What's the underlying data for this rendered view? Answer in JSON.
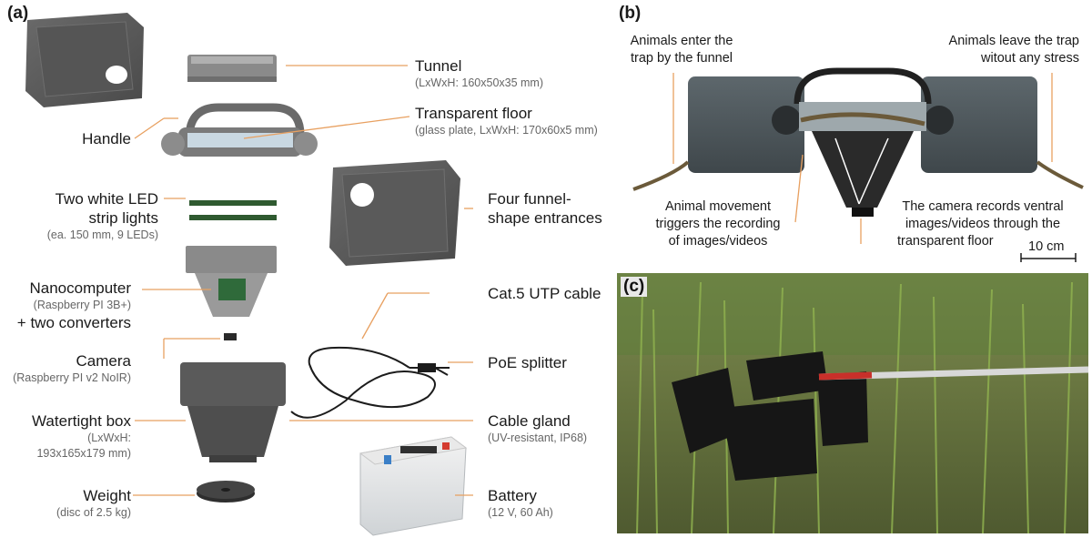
{
  "panel_a": {
    "letter": "(a)",
    "labels": {
      "tunnel": {
        "main": "Tunnel",
        "sub": "(LxWxH: 160x50x35 mm)"
      },
      "transparent_floor": {
        "main": "Transparent floor",
        "sub": "(glass plate, LxWxH: 170x60x5 mm)"
      },
      "handle": {
        "main": "Handle"
      },
      "led_strip": {
        "main1": "Two white LED",
        "main2": "strip lights",
        "sub": "(ea. 150 mm, 9 LEDs)"
      },
      "funnel_entrances": {
        "main1": "Four funnel-",
        "main2": "shape entrances"
      },
      "nanocomputer": {
        "main1": "Nanocomputer",
        "sub": "(Raspberry PI 3B+)",
        "main2": "+ two converters"
      },
      "cat5": {
        "main": "Cat.5 UTP cable"
      },
      "camera": {
        "main": "Camera",
        "sub": "(Raspberry PI v2 NoIR)"
      },
      "poe": {
        "main": "PoE splitter"
      },
      "watertight_box": {
        "main": "Watertight box",
        "sub1": "(LxWxH:",
        "sub2": "193x165x179 mm)"
      },
      "cable_gland": {
        "main": "Cable gland",
        "sub": "(UV-resistant, IP68)"
      },
      "weight": {
        "main": "Weight",
        "sub": "(disc of 2.5 kg)"
      },
      "battery": {
        "main": "Battery",
        "sub": "(12 V, 60 Ah)"
      }
    }
  },
  "panel_b": {
    "letter": "(b)",
    "enter1": "Animals enter the",
    "enter2": "trap by the funnel",
    "leave1": "Animals leave the trap",
    "leave2": "witout any stress",
    "move1": "Animal movement",
    "move2": "triggers the recording",
    "move3": "of images/videos",
    "cam1": "The camera records ventral",
    "cam2": "images/videos through the",
    "cam3": "transparent floor",
    "scale": "10 cm"
  },
  "panel_c": {
    "letter": "(c)"
  },
  "colors": {
    "leader": "#e8a060",
    "plastic": "#5a5a5a",
    "plastic_dark": "#3e3e3e",
    "pond": "#6f7a45"
  }
}
